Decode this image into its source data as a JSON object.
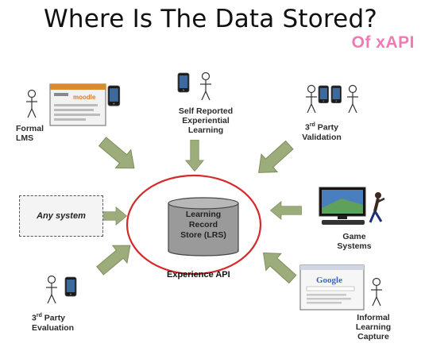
{
  "title": "Where Is The Data Stored?",
  "subtitle": "Of xAPI",
  "center": {
    "store_label": "Learning Record Store (LRS)",
    "store_lines": [
      "Learning",
      "Record",
      "Store (LRS)"
    ],
    "api_label": "Experience API"
  },
  "sources": {
    "formal_lms": {
      "label_lines": [
        "Formal",
        "LMS"
      ],
      "screenshot_logo_text": "moodle"
    },
    "self_reported": {
      "label_lines": [
        "Self Reported",
        "Experiential",
        "Learning"
      ]
    },
    "third_party_validation": {
      "label_lines": [
        "3rd Party",
        "Validation"
      ]
    },
    "any_system": {
      "label": "Any system"
    },
    "game_systems": {
      "label_lines": [
        "Game",
        "Systems"
      ]
    },
    "third_party_evaluation": {
      "label_lines": [
        "3rd Party",
        "Evaluation"
      ]
    },
    "informal_learning": {
      "label_lines": [
        "Informal",
        "Learning",
        "Capture"
      ],
      "screenshot_logo_text": "Google"
    }
  },
  "colors": {
    "arrow_fill": "#9cac7a",
    "arrow_stroke": "#7d8c5c",
    "ring": "#d42a2a",
    "cylinder": "#9a9a9a",
    "subtitle": "#f07ab4"
  },
  "icons": [
    "stick-figure-icon",
    "smartphone-icon",
    "lms-screenshot-icon",
    "game-console-icon",
    "google-screenshot-icon",
    "database-cylinder-icon",
    "arrow-icon"
  ]
}
